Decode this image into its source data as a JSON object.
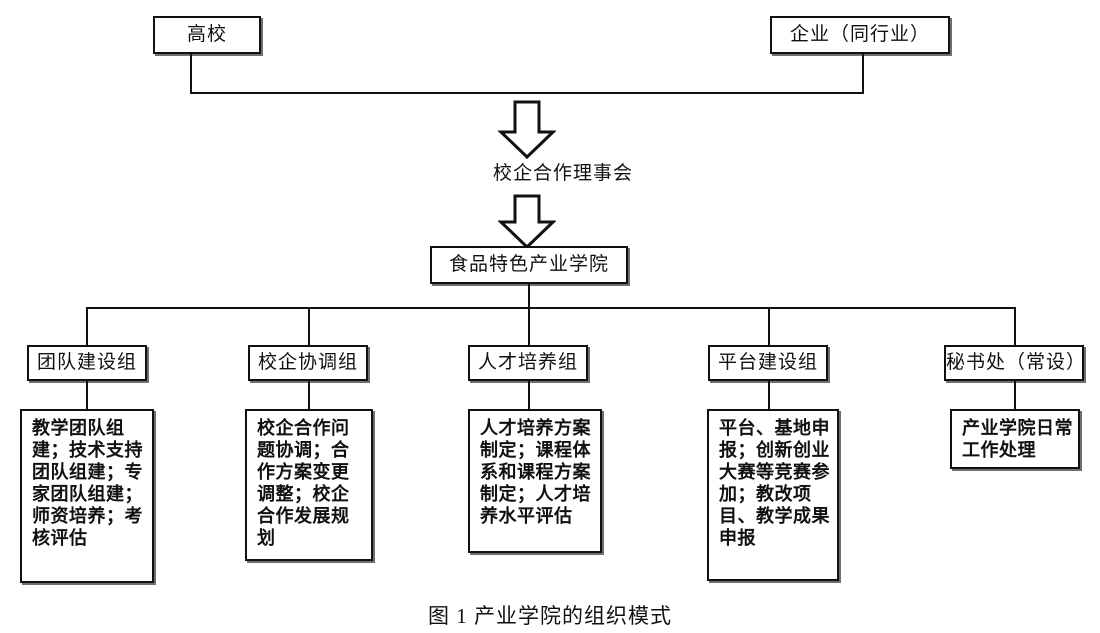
{
  "figure": {
    "caption": "图 1  产业学院的组织模式"
  },
  "top_level": {
    "left_box": "高校",
    "right_box": "企业（同行业）"
  },
  "mid_level": {
    "council": "校企合作理事会",
    "institute": "食品特色产业学院"
  },
  "groups": [
    {
      "name": "团队建设组",
      "duties": "教学团队组建；技术支持团队组建；专家团队组建；师资培养；考核评估"
    },
    {
      "name": "校企协调组",
      "duties": "校企合作问题协调；合作方案变更调整；校企合作发展规划"
    },
    {
      "name": "人才培养组",
      "duties": "人才培养方案制定；课程体系和课程方案制定；人才培养水平评估"
    },
    {
      "name": "平台建设组",
      "duties": "平台、基地申报；创新创业大赛等竞赛参加；教改项目、教学成果申报"
    },
    {
      "name": "秘书处（常设）",
      "duties": "产业学院日常工作处理"
    }
  ],
  "icons": {
    "arrow_council": "block-arrow-down-icon",
    "arrow_institute": "block-arrow-down-icon"
  },
  "colors": {
    "stroke": "#111111",
    "background": "#ffffff",
    "shadow": "#6f6f6f"
  }
}
